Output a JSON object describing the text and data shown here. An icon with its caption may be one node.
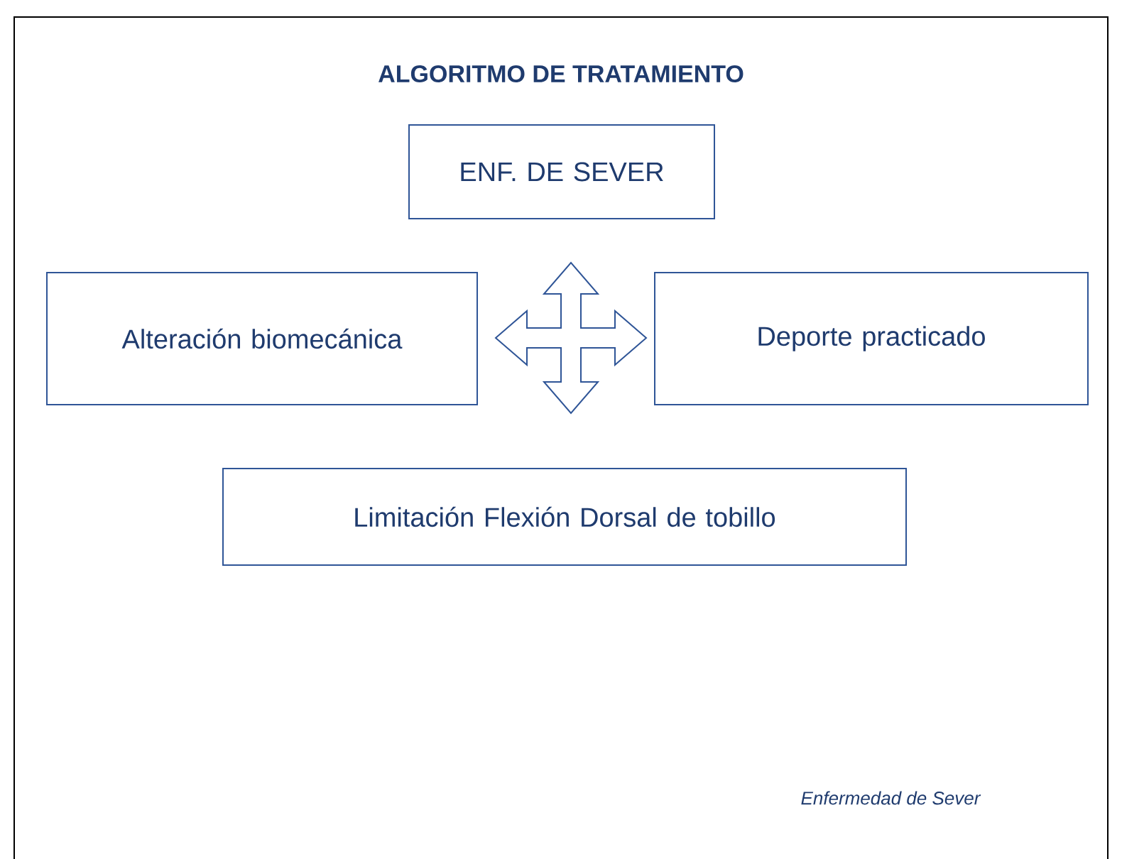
{
  "diagram": {
    "title": "ALGORITMO DE TRATAMIENTO",
    "caption": "Enfermedad de Sever",
    "nodes": [
      {
        "text": [
          "ENF. DE SEVER"
        ]
      },
      {
        "text": [
          "Alteración biomecánica"
        ]
      },
      {
        "text": [
          "Deporte practicado"
        ]
      },
      {
        "text": [
          "Limitación Flexión Dorsal de tobillo"
        ]
      }
    ]
  }
}
